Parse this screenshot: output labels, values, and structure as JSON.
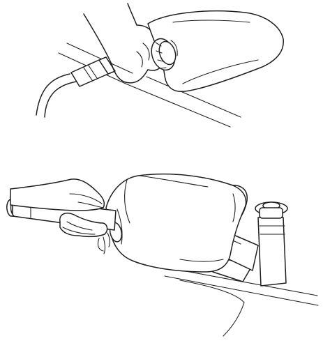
{
  "figure": {
    "background_color": "#ffffff",
    "line_color": "#1f1f1f",
    "panels": [
      {
        "id": "top",
        "depicts": [
          "hand-icon",
          "bag-icon",
          "hose-icon",
          "countertop-edge"
        ]
      },
      {
        "id": "bottom",
        "depicts": [
          "hand-icon",
          "bag-icon",
          "hose-icon",
          "faucet-icon",
          "countertop-edge"
        ]
      }
    ]
  }
}
